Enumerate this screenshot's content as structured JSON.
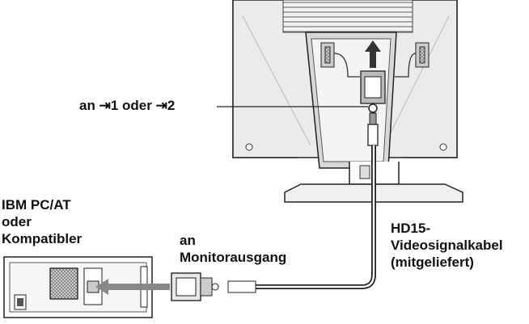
{
  "labels": {
    "input_prefix": "an",
    "input_one": "1",
    "input_or": "oder",
    "input_two": "2",
    "computer_line1": "IBM PC/AT",
    "computer_line2": "oder",
    "computer_line3": "Kompatibler",
    "output_line1": "an",
    "output_line2": "Monitorausgang",
    "cable_line1": "HD15-",
    "cable_line2": "Videosignalkabel",
    "cable_line3": "(mitgeliefert)"
  },
  "icons": {
    "input_connector": "input-connector-icon",
    "arrow_up": "arrow-up-icon",
    "arrow_left": "arrow-left-icon"
  }
}
